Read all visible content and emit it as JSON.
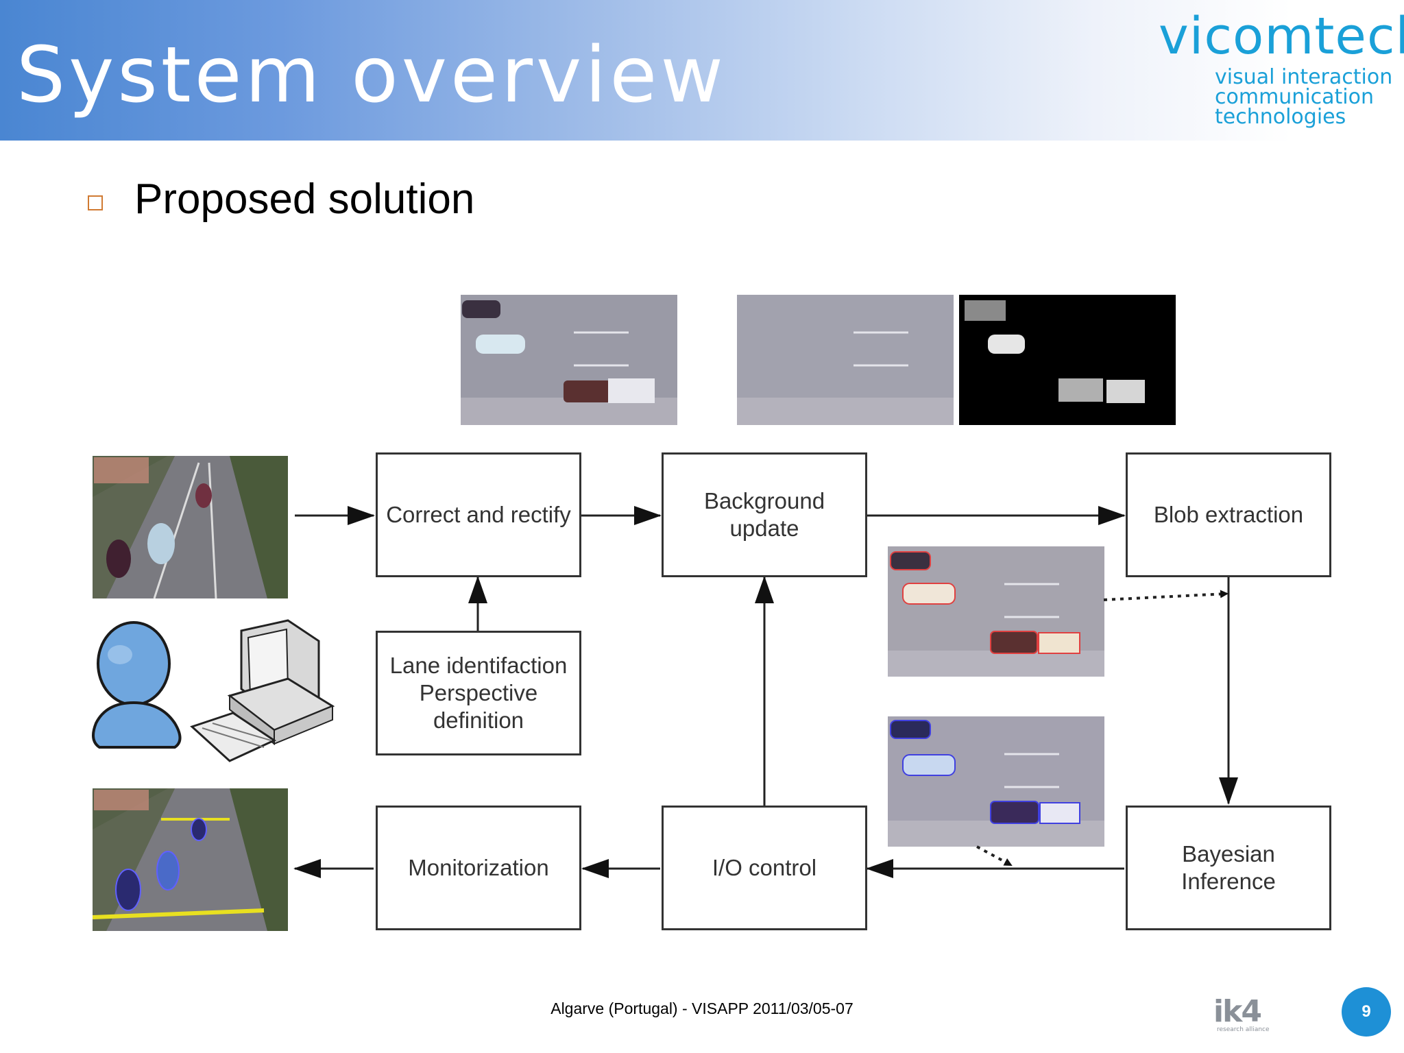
{
  "header": {
    "title": "System overview"
  },
  "logo": {
    "word": "vicomtech",
    "line1": "visual interaction",
    "line2": "communication",
    "line3": "technologies"
  },
  "bullet": {
    "text": "Proposed solution"
  },
  "diagram": {
    "nodes": {
      "correct": "Correct and rectify",
      "background": "Background\nupdate",
      "blob": "Blob extraction",
      "lane": "Lane identifaction\nPerspective\ndefinition",
      "monitor": "Monitorization",
      "io": "I/O control",
      "bayes": "Bayesian\nInference"
    }
  },
  "footer": {
    "text": "Algarve (Portugal) - VISAPP 2011/03/05-07",
    "page": "9",
    "partner": "ik4",
    "partner_sub": "research alliance"
  },
  "colors": {
    "accent": "#1aa0d8",
    "header_blue": "#4a86d2",
    "bullet": "#d07a32",
    "page_badge": "#1e90d6"
  }
}
